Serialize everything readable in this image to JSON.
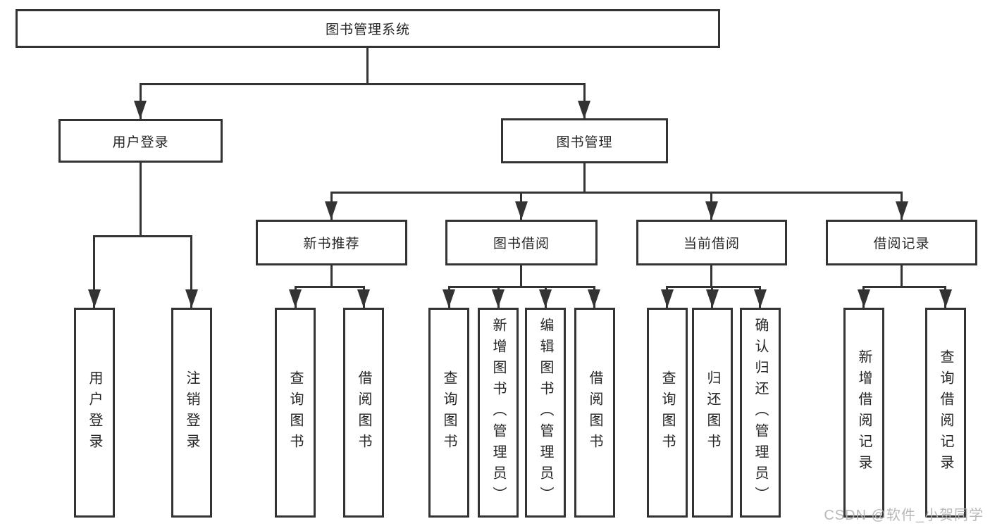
{
  "diagram": {
    "root": {
      "label": "图书管理系统"
    },
    "branches": [
      {
        "label": "用户登录",
        "children": [
          "用户登录",
          "注销登录"
        ]
      },
      {
        "label": "图书管理",
        "sections": [
          {
            "label": "新书推荐",
            "children": [
              "查询图书",
              "借阅图书"
            ]
          },
          {
            "label": "图书借阅",
            "children": [
              "查询图书",
              "新增图书（管理员）",
              "编辑图书（管理员）",
              "借阅图书"
            ]
          },
          {
            "label": "当前借阅",
            "children": [
              "查询图书",
              "归还图书",
              "确认归还（管理员）"
            ]
          },
          {
            "label": "借阅记录",
            "children": [
              "新增借阅记录",
              "查询借阅记录"
            ]
          }
        ]
      }
    ]
  },
  "watermark": {
    "text": "CSDN @软件_小贺同学"
  },
  "colors": {
    "line": "#333333",
    "text": "#262626",
    "background": "#ffffff",
    "watermark": "#b5b5b5"
  }
}
